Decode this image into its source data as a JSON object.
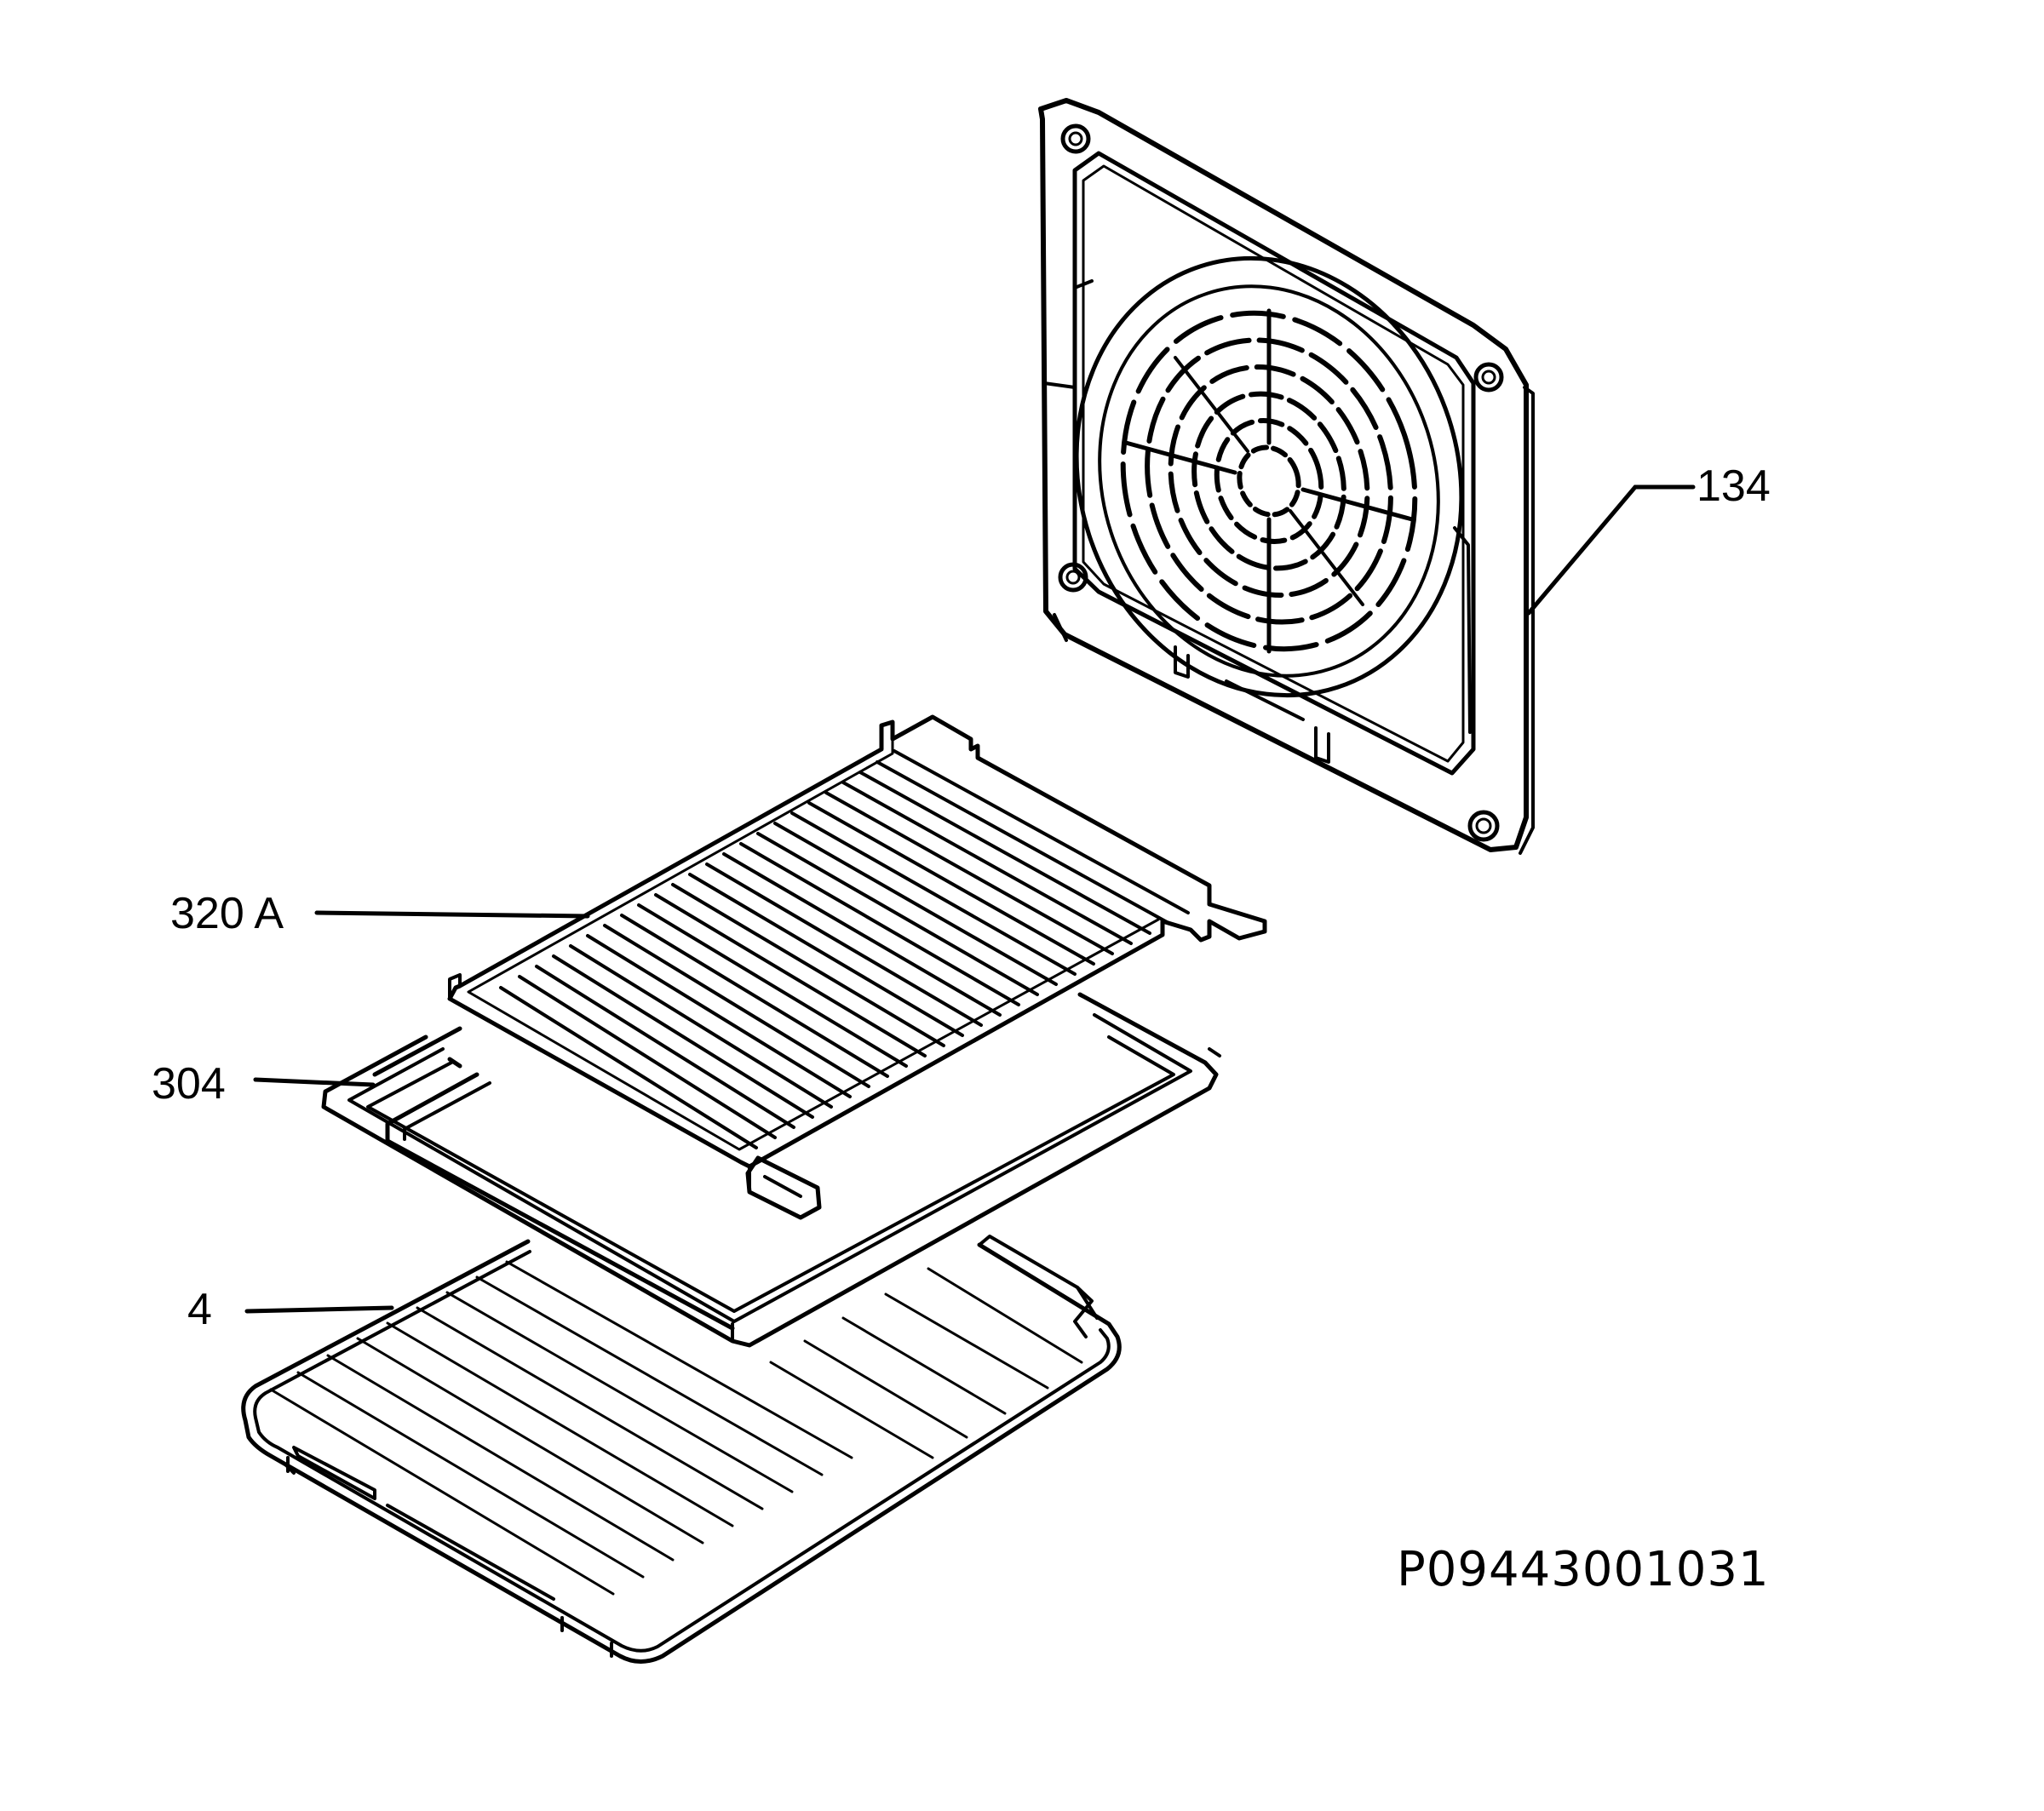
{
  "labels": {
    "fan_cover": "134",
    "rear_panel": "320 A",
    "heating_element": "304",
    "shelf": "4"
  },
  "drawing_code": "P09443001031"
}
